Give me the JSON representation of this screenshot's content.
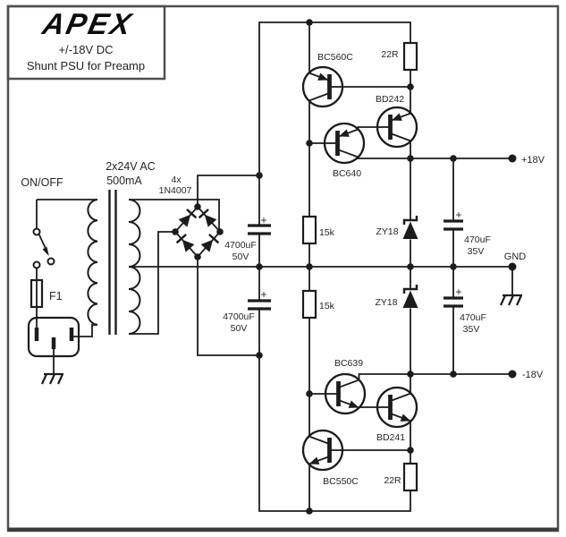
{
  "colors": {
    "background": "#ffffff",
    "wire": "#1c1c1c",
    "border": "#4f4f4f",
    "text": "#262626"
  },
  "title_block": {
    "logo": "APEX",
    "line1": "+/-18V DC",
    "line2": "Shunt PSU for Preamp"
  },
  "labels": {
    "on_off": "ON/OFF",
    "xfmr_line1": "2x24V AC",
    "xfmr_line2": "500mA",
    "diode_qty": "4x",
    "diode_part": "1N4007",
    "fuse": "F1",
    "plus": "+",
    "cap1_value": "4700uF",
    "cap1_volt": "50V",
    "cap2_value": "4700uF",
    "cap2_volt": "50V",
    "q_bc560c": "BC560C",
    "r22_top": "22R",
    "q_bd242": "BD242",
    "q_bc640": "BC640",
    "r15_top": "15k",
    "zener_top": "ZY18",
    "cap3_value": "470uF",
    "cap3_volt": "35V",
    "q_bc639": "BC639",
    "q_bd241": "BD241",
    "q_bc550c": "BC550C",
    "r22_bot": "22R",
    "r15_bot": "15k",
    "zener_bot": "ZY18",
    "cap4_value": "470uF",
    "cap4_volt": "35V",
    "out_pos": "+18V",
    "out_gnd": "GND",
    "out_neg": "-18V"
  }
}
